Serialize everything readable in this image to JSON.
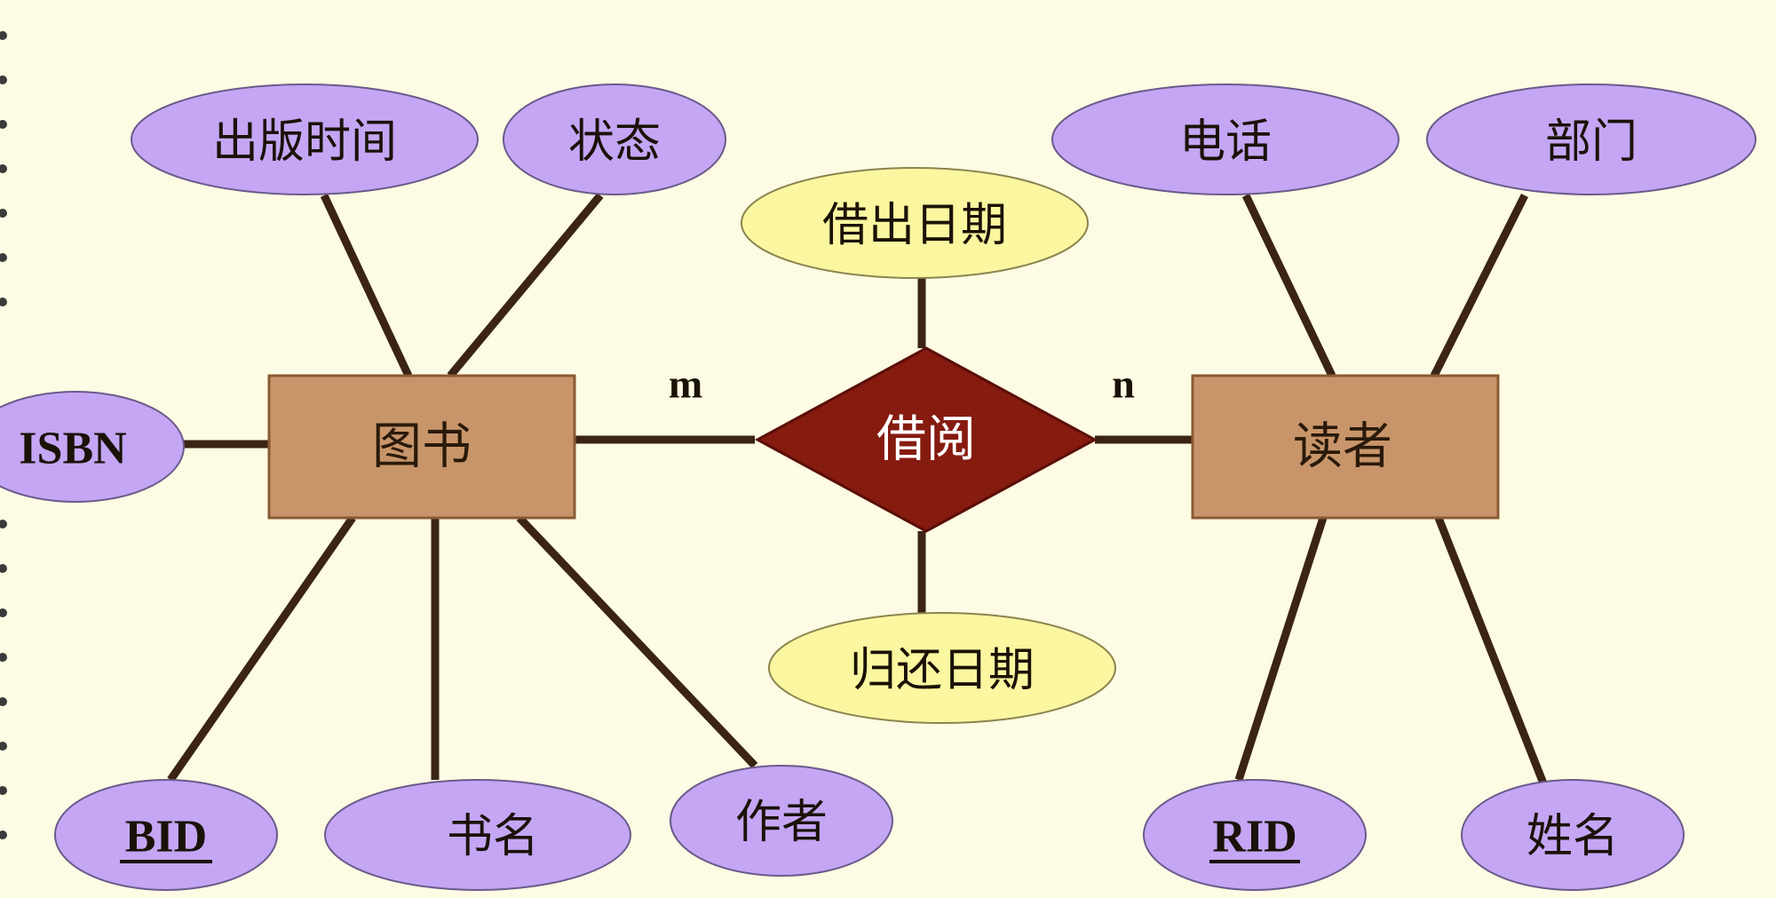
{
  "diagram": {
    "relationship": {
      "label": "借阅",
      "attributes": [
        "借出日期",
        "归还日期"
      ]
    },
    "entities": [
      {
        "label": "图书",
        "attributes": [
          {
            "label": "出版时间",
            "key": false
          },
          {
            "label": "状态",
            "key": false
          },
          {
            "label": "ISBN",
            "key": false
          },
          {
            "label": "BID",
            "key": true
          },
          {
            "label": "书名",
            "key": false
          },
          {
            "label": "作者",
            "key": false
          }
        ]
      },
      {
        "label": "读者",
        "attributes": [
          {
            "label": "电话",
            "key": false
          },
          {
            "label": "部门",
            "key": false
          },
          {
            "label": "RID",
            "key": true
          },
          {
            "label": "姓名",
            "key": false
          }
        ]
      }
    ],
    "cardinality": {
      "left": "m",
      "right": "n"
    }
  },
  "colors": {
    "background": "#fdfbe3",
    "entity_fill": "#c8956a",
    "relationship_fill": "#861b10",
    "entity_attr_fill": "#c4a6f5",
    "relationship_attr_fill": "#fbf7a0",
    "line": "#3b2414"
  }
}
